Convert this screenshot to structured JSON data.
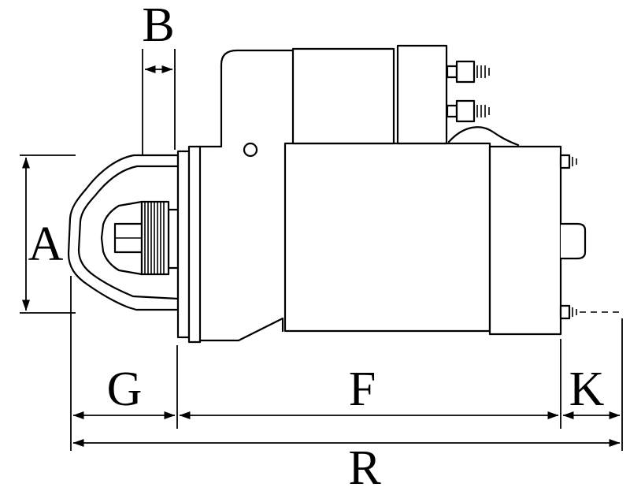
{
  "diagram": {
    "dimension_labels": {
      "a": "A",
      "b": "B",
      "g": "G",
      "f": "F",
      "k": "K",
      "r": "R"
    },
    "colors": {
      "line": "#000000",
      "background": "#ffffff"
    }
  }
}
